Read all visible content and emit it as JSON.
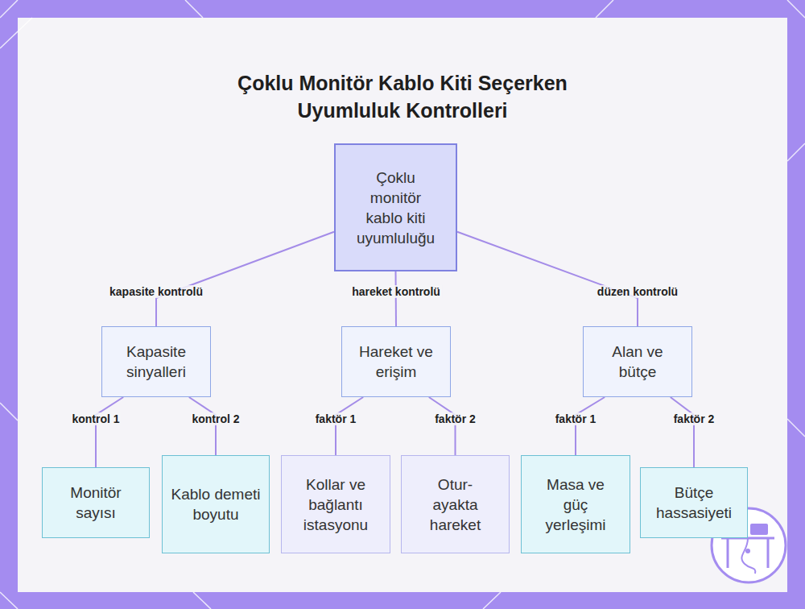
{
  "diagram": {
    "title": "Çoklu Monitör Kablo Kiti Seçerken Uyumluluk Kontrolleri",
    "nodes": [
      {
        "text": [
          "Çoklu monitör kablo kiti uyumluluğu"
        ]
      },
      {
        "text": [
          "Kapasite sinyalleri"
        ]
      },
      {
        "text": [
          "Hareket ve erişim"
        ]
      },
      {
        "text": [
          "Alan ve bütçe"
        ]
      },
      {
        "text": [
          "Monitör sayısı"
        ]
      },
      {
        "text": [
          "Kablo demeti boyutu"
        ]
      },
      {
        "text": [
          "Kollar ve bağlantı istasyonu"
        ]
      },
      {
        "text": [
          "Otur-ayakta hareket"
        ]
      },
      {
        "text": [
          "Masa ve güç yerleşimi"
        ]
      },
      {
        "text": [
          "Bütçe hassasiyeti"
        ]
      }
    ],
    "edges": [
      {
        "from": 0,
        "to": 1,
        "label": "kapasite kontrolü",
        "arrow": "none"
      },
      {
        "from": 0,
        "to": 2,
        "label": "hareket kontrolü",
        "arrow": "none"
      },
      {
        "from": 0,
        "to": 3,
        "label": "düzen kontrolü",
        "arrow": "none"
      },
      {
        "from": 1,
        "to": 4,
        "label": "kontrol 1",
        "arrow": "none"
      },
      {
        "from": 1,
        "to": 5,
        "label": "kontrol 2",
        "arrow": "none"
      },
      {
        "from": 2,
        "to": 6,
        "label": "faktör 1",
        "arrow": "none"
      },
      {
        "from": 2,
        "to": 7,
        "label": "faktör 2",
        "arrow": "none"
      },
      {
        "from": 3,
        "to": 8,
        "label": "faktör 1",
        "arrow": "none"
      },
      {
        "from": 3,
        "to": 9,
        "label": "faktör 2",
        "arrow": "none"
      }
    ]
  }
}
